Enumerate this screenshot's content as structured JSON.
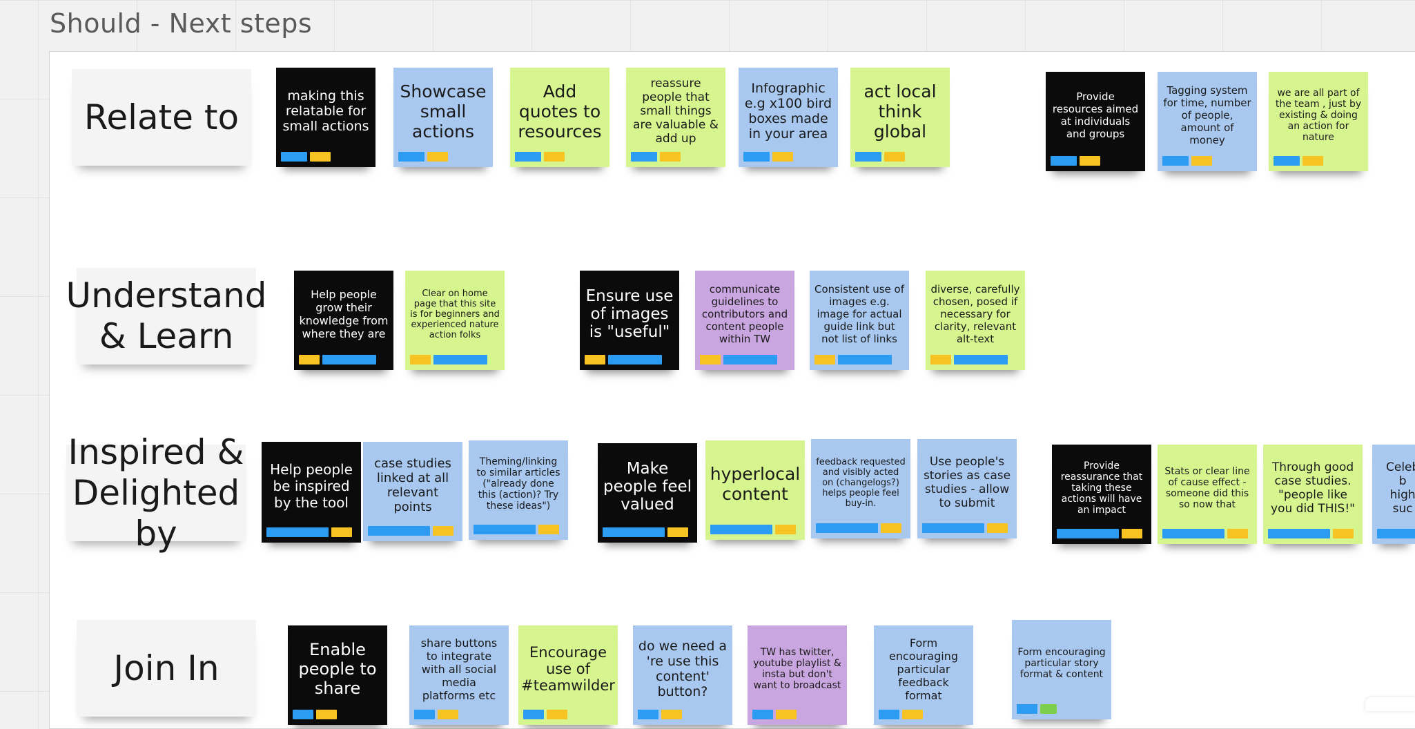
{
  "board": {
    "frame_title": "Should - Next steps"
  },
  "rows": {
    "relate": {
      "label": "Relate to",
      "notes": [
        "making this relatable for small actions",
        "Showcase small actions",
        "Add quotes to resources",
        "reassure people that small things are valuable & add up",
        "Infographic e.g  x100 bird boxes made in your area",
        "act local think global",
        "Provide resources aimed at individuals and groups",
        "Tagging system for time, number of people, amount of money",
        "we are all part of the team , just by existing & doing an action for nature"
      ]
    },
    "understand": {
      "label": "Understand\n& Learn",
      "notes": [
        "Help people grow their knowledge from where they are",
        "Clear on home page that this site is for beginners and experienced nature action folks",
        "Ensure use of images is \"useful\"",
        "communicate guidelines to contributors and content people within TW",
        "Consistent use of images e.g. image for actual guide link but not list of links",
        "diverse, carefully chosen, posed if necessary for clarity, relevant alt-text"
      ]
    },
    "inspired": {
      "label": "Inspired &\nDelighted by",
      "notes": [
        "Help people be inspired by  the tool",
        "case studies linked at all relevant points",
        "Theming/linking to similar articles (\"already done this (action)? Try these ideas\")",
        "Make people feel valued",
        "hyperlocal content",
        "feedback requested and visibly acted on (changelogs?) helps people feel buy-in.",
        "Use people's stories as case studies - allow to submit",
        "Provide reassurance that taking these actions will have an impact",
        "Stats or clear line of cause effect - someone did this so now that",
        "Through good case studies. \"people like you did THIS!\"",
        "Celeb b\nhigh\nsuc"
      ]
    },
    "join": {
      "label": "Join In",
      "notes": [
        "Enable people to share",
        "share buttons to integrate with all social media platforms etc",
        "Encourage use of #teamwilder",
        "do we need a 're use this content' button?",
        "TW has twitter, youtube playlist  & insta  but don't want to broadcast",
        "Form encouraging particular feedback format",
        "Form encouraging particular story format & content"
      ]
    }
  },
  "colors": {
    "black_note": "#0b0b0b",
    "blue_note": "#a8c8f0",
    "green_note": "#d6f58e",
    "purple_note": "#c9a6e0",
    "tag_blue": "#2c9cf2",
    "tag_yellow": "#f7c322",
    "tag_green": "#7ccf4d"
  }
}
